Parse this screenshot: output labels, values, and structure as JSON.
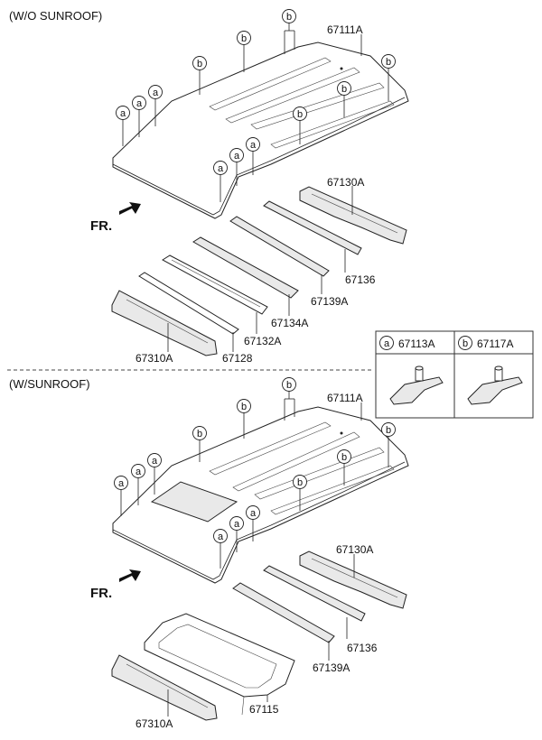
{
  "sections": {
    "without_sunroof": "(W/O SUNROOF)",
    "with_sunroof": "(W/SUNROOF)"
  },
  "front_label": "FR.",
  "callouts": {
    "a": "a",
    "b": "b"
  },
  "legend": {
    "a": {
      "letter": "a",
      "part": "67113A"
    },
    "b": {
      "letter": "b",
      "part": "67117A"
    }
  },
  "top_parts": {
    "roof_panel": "67111A",
    "rail_rear": "67130A",
    "rail_136": "67136",
    "rail_139": "67139A",
    "rail_134": "67134A",
    "rail_132": "67132A",
    "rail_128": "67128",
    "rail_front": "67310A"
  },
  "bottom_parts": {
    "roof_panel": "67111A",
    "rail_rear": "67130A",
    "rail_136": "67136",
    "rail_139": "67139A",
    "sunroof_frame": "67115",
    "rail_front": "67310A"
  }
}
